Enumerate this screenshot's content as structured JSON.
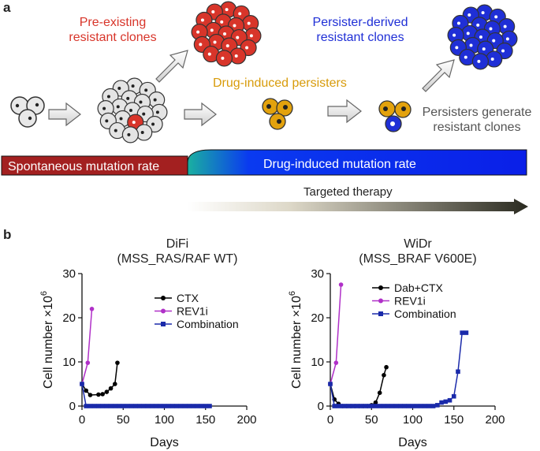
{
  "panel_a": {
    "letter": "a",
    "labels": {
      "preexisting": [
        "Pre-existing",
        "resistant clones"
      ],
      "persister_derived": [
        "Persister-derived",
        "resistant clones"
      ],
      "drug_induced": "Drug-induced persisters",
      "persisters_generate": [
        "Persisters generate",
        "resistant clones"
      ]
    },
    "bar": {
      "spontaneous": "Spontaneous mutation rate",
      "drug_induced": "Drug-induced mutation rate"
    },
    "therapy": "Targeted therapy",
    "colors": {
      "red_clone": "#d8352a",
      "blue_clone": "#1f2fd6",
      "persister": "#e3a20d",
      "bar_red": "#a32020",
      "bar_blue": "#0a1fe8"
    }
  },
  "panel_b": {
    "letter": "b",
    "left_title": [
      "DiFi",
      "(MSS_RAS/RAF WT)"
    ],
    "right_title": [
      "WiDr",
      "(MSS_BRAF V600E)"
    ]
  },
  "chart_data": [
    {
      "type": "line",
      "title": "DiFi (MSS_RAS/RAF WT)",
      "xlabel": "Days",
      "ylabel": "Cell number ×10^6",
      "xlim": [
        0,
        200
      ],
      "ylim": [
        0,
        30
      ],
      "xticks": [
        0,
        50,
        100,
        150,
        200
      ],
      "yticks": [
        0,
        10,
        20,
        30
      ],
      "legend_position": "top-right",
      "series": [
        {
          "name": "CTX",
          "color": "#000000",
          "marker": "circle",
          "x": [
            0,
            5,
            10,
            20,
            25,
            30,
            35,
            40,
            43
          ],
          "y": [
            5,
            3.5,
            2.5,
            2.6,
            2.7,
            3.2,
            4,
            5,
            9.8
          ]
        },
        {
          "name": "REV1i",
          "color": "#b030c8",
          "marker": "circle",
          "x": [
            0,
            7,
            12
          ],
          "y": [
            5,
            9.8,
            22
          ]
        },
        {
          "name": "Combination",
          "color": "#1a2aaa",
          "marker": "square",
          "x": [
            0,
            5,
            10,
            15,
            20,
            25,
            30,
            35,
            40,
            45,
            50,
            55,
            60,
            65,
            70,
            75,
            80,
            85,
            90,
            95,
            100,
            105,
            110,
            115,
            120,
            125,
            130,
            135,
            140,
            145,
            150,
            155
          ],
          "y": [
            5,
            0,
            0,
            0,
            0,
            0,
            0,
            0,
            0,
            0,
            0,
            0,
            0,
            0,
            0,
            0,
            0,
            0,
            0,
            0,
            0,
            0,
            0,
            0,
            0,
            0,
            0,
            0,
            0,
            0,
            0,
            0
          ]
        }
      ]
    },
    {
      "type": "line",
      "title": "WiDr (MSS_BRAF V600E)",
      "xlabel": "Days",
      "ylabel": "Cell number ×10^6",
      "xlim": [
        0,
        200
      ],
      "ylim": [
        0,
        30
      ],
      "xticks": [
        0,
        50,
        100,
        150,
        200
      ],
      "yticks": [
        0,
        10,
        20,
        30
      ],
      "legend_position": "top-right",
      "series": [
        {
          "name": "Dab+CTX",
          "color": "#000000",
          "marker": "circle",
          "x": [
            0,
            5,
            10,
            15,
            20,
            25,
            30,
            35,
            40,
            45,
            50,
            55,
            60,
            65,
            68
          ],
          "y": [
            5,
            1.5,
            0.5,
            0,
            0,
            0,
            0,
            0,
            0,
            0,
            0.2,
            0.8,
            3,
            7,
            8.8
          ]
        },
        {
          "name": "REV1i",
          "color": "#b030c8",
          "marker": "circle",
          "x": [
            0,
            7,
            13
          ],
          "y": [
            5,
            9.8,
            27.5
          ]
        },
        {
          "name": "Combination",
          "color": "#1a2aaa",
          "marker": "square",
          "x": [
            0,
            5,
            10,
            15,
            20,
            25,
            30,
            35,
            40,
            45,
            50,
            55,
            60,
            65,
            70,
            75,
            80,
            85,
            90,
            95,
            100,
            105,
            110,
            115,
            120,
            125,
            130,
            135,
            140,
            145,
            150,
            155,
            160,
            165
          ],
          "y": [
            5,
            0,
            0,
            0,
            0,
            0,
            0,
            0,
            0,
            0,
            0,
            0,
            0,
            0,
            0,
            0,
            0,
            0,
            0,
            0,
            0,
            0,
            0,
            0,
            0,
            0,
            0.2,
            0.8,
            1,
            1.3,
            2.2,
            7.8,
            16.6,
            16.6
          ]
        }
      ]
    }
  ]
}
